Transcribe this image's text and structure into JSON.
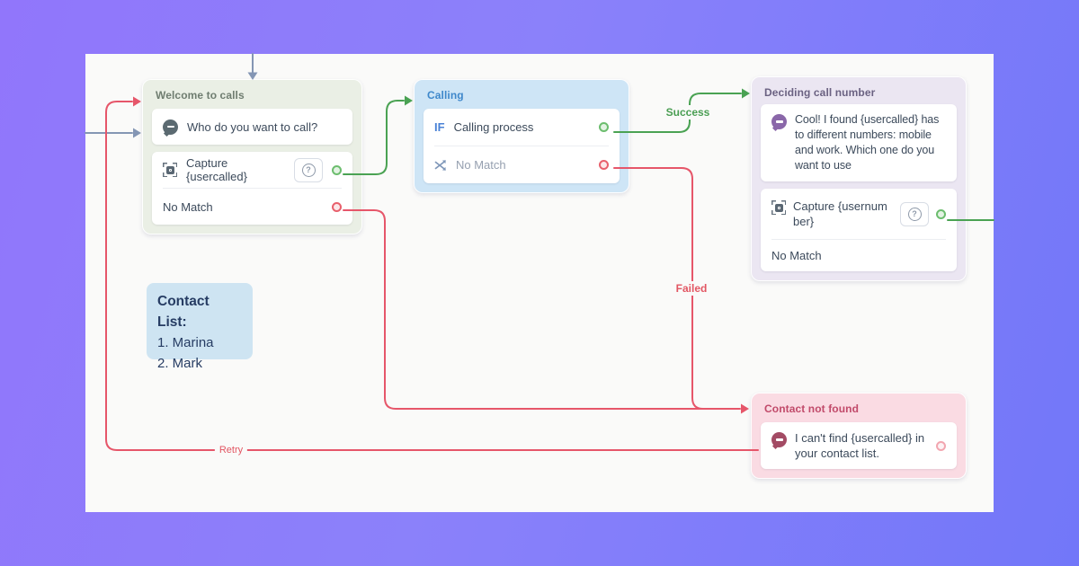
{
  "nodes": {
    "welcome": {
      "title": "Welcome to calls",
      "speak_text": "Who do you want to call?",
      "capture_label": "Capture {usercalled}",
      "no_match_label": "No Match"
    },
    "calling": {
      "title": "Calling",
      "if_keyword": "IF",
      "condition_label": "Calling process",
      "no_match_label": "No Match"
    },
    "deciding": {
      "title": "Deciding call number",
      "speak_text": "Cool! I found {usercalled} has to different numbers: mobile and work. Which one do you want to use",
      "capture_label": "Capture {usernumber}",
      "no_match_label": "No Match"
    },
    "contact_not_found": {
      "title": "Contact not found",
      "speak_text": "I can't find {usercalled} in your contact list."
    }
  },
  "note": {
    "title": "Contact List:",
    "items": [
      "1. Marina",
      "2. Mark"
    ]
  },
  "edge_labels": {
    "success": "Success",
    "failed": "Failed",
    "retry": "Retry"
  },
  "icons": {
    "question": "?"
  },
  "colors": {
    "background_gradient_start": "#9176FB",
    "background_gradient_end": "#7277F9",
    "canvas": "#FAFAF9",
    "edge_green": "#4AA253",
    "edge_red": "#E6566A",
    "edge_slate": "#8496B4",
    "welcome_bg": "#EAEFE5",
    "calling_bg": "#CEE5F6",
    "deciding_bg": "#EBE6F2",
    "not_found_bg": "#FADBE3",
    "note_bg": "#CEE4F2",
    "port_green": "#6CBD6E",
    "port_red": "#E8606C"
  }
}
